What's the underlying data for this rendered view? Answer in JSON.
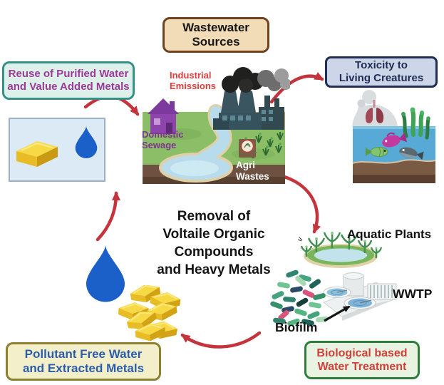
{
  "figure": {
    "description_center": {
      "lines": [
        "Removal of",
        "Voltaile Organic",
        "Compounds",
        "and Heavy Metals"
      ]
    }
  },
  "boxes": {
    "wastewater_sources": {
      "lines": [
        "Wastewater",
        "Sources"
      ],
      "bg": "#f2dcb8",
      "border": "#6e431f",
      "text_color": "#161616"
    },
    "toxicity": {
      "lines": [
        "Toxicity to",
        "Living Creatures"
      ],
      "bg": "#cdd5e8",
      "border": "#202e55",
      "text_color": "#202e55"
    },
    "reuse": {
      "lines": [
        "Reuse of Purified Water",
        "and Value Added Metals"
      ],
      "bg": "#def0ea",
      "border": "#359187",
      "text_color": "#9c3a99"
    },
    "pollutant_free": {
      "lines": [
        "Pollutant Free Water",
        "and Extracted Metals"
      ],
      "bg": "#f4efcb",
      "border": "#8d8130",
      "text_color": "#2b5dab"
    },
    "biological": {
      "lines": [
        "Biological based",
        "Water Treatment"
      ],
      "bg": "#e8f3e1",
      "border": "#2f7d3a",
      "text_color": "#d23f38"
    }
  },
  "scene_labels": {
    "industrial_emissions": "Industrial Emissions",
    "domestic_sewage": "Domestic Sewage",
    "agri_wastes": "Agri Wastes"
  },
  "treatment_labels": {
    "aquatic_plants": "Aquatic Plants",
    "wwtp": "WWTP",
    "biofilm": "Biofilm"
  },
  "colors": {
    "arrow": "#c5333c",
    "water_drop": "#1b5fc8",
    "gold": "#f7d845",
    "grass": "#8cbe68",
    "soil": "#6e5140",
    "river": "#b9dcec",
    "aquarium_water": "#57aad6"
  }
}
